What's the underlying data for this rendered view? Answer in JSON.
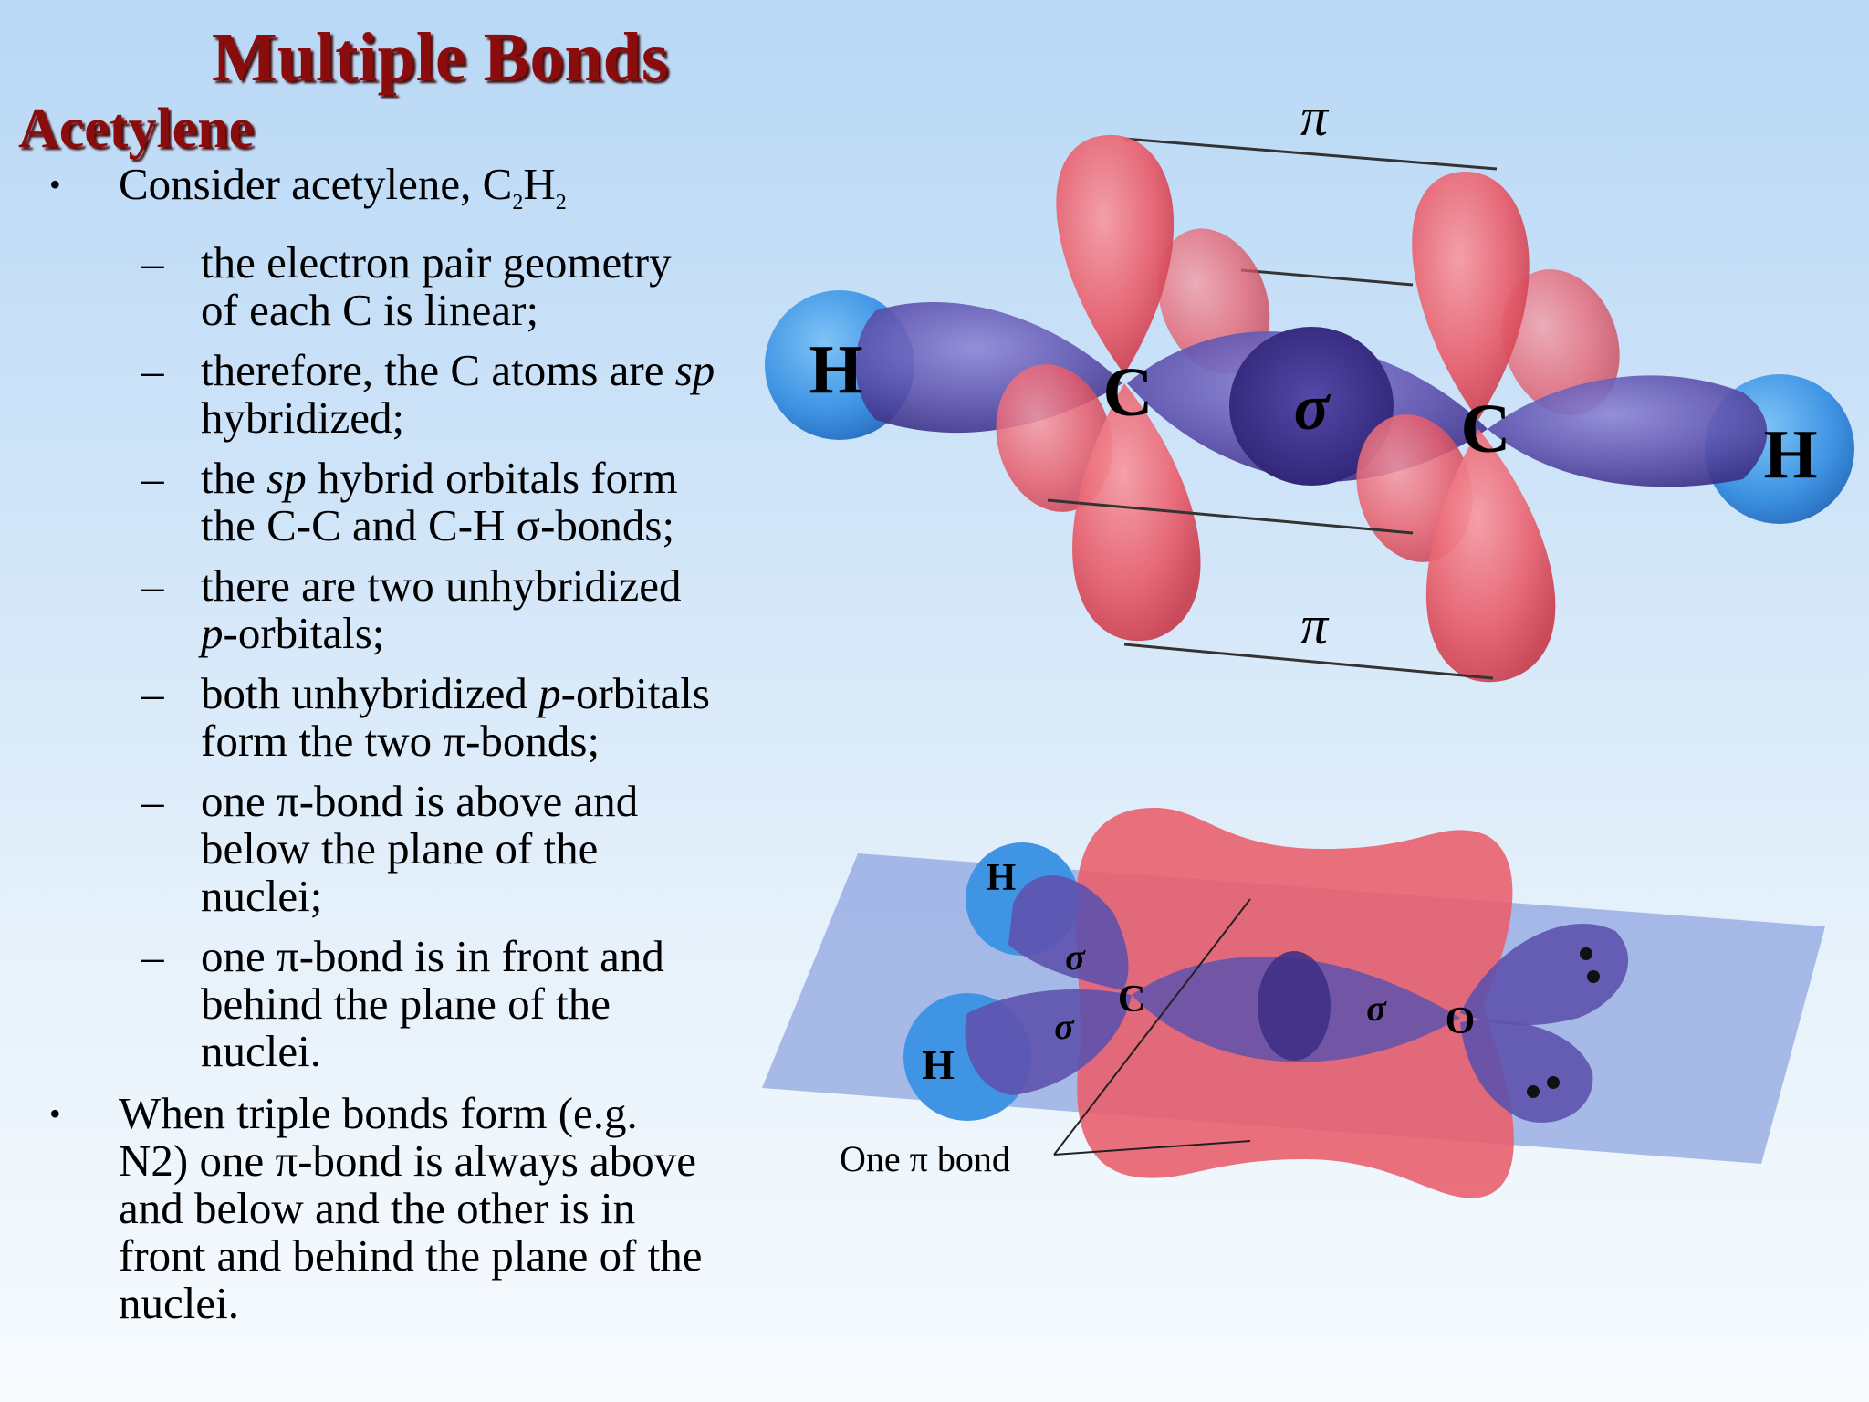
{
  "slide": {
    "title": "Multiple Bonds",
    "subtitle": "Acetylene"
  },
  "bullets": {
    "b1": {
      "mark": "•",
      "text": "Consider acetylene, C",
      "sub1": "2",
      "mid": "H",
      "sub2": "2"
    },
    "items": [
      {
        "dash": "–",
        "l1": "the electron pair geometry",
        "l2": "of each C is linear;"
      },
      {
        "dash": "–",
        "l1a": "therefore, the C atoms are ",
        "l1i": "sp",
        "l2": "hybridized;"
      },
      {
        "dash": "–",
        "l1a": "the ",
        "l1i": "sp",
        "l1b": " hybrid orbitals form",
        "l2": "the C-C and C-H σ-bonds;"
      },
      {
        "dash": "–",
        "l1": "there are two unhybridized",
        "l2i": "p",
        "l2b": "-orbitals;"
      },
      {
        "dash": "–",
        "l1a": "both unhybridized ",
        "l1i": "p",
        "l1b": "-orbitals",
        "l2": "form the two π-bonds;"
      },
      {
        "dash": "–",
        "l1": "one π-bond is above and",
        "l2": "below the plane of the",
        "l3": "nuclei;"
      },
      {
        "dash": "–",
        "l1": "one π-bond is in front and",
        "l2": "behind the plane of the",
        "l3": "nuclei."
      }
    ],
    "b2": {
      "mark": "•",
      "l1": "When triple bonds form (e.g.",
      "l2": "N2) one π-bond is always above",
      "l3": "and below and the other is in",
      "l4": "front and behind the plane of the",
      "l5": "nuclei."
    }
  },
  "acetylene_diagram": {
    "pi_top": "π",
    "pi_bottom": "π",
    "sigma": "σ",
    "atom_c1": "C",
    "atom_c2": "C",
    "atom_h1": "H",
    "atom_h2": "H"
  },
  "formaldehyde_diagram": {
    "atom_h_top": "H",
    "atom_h_bottom": "H",
    "atom_c": "C",
    "atom_o": "O",
    "sigma_1": "σ",
    "sigma_2": "σ",
    "sigma_3": "σ",
    "caption": "One π bond"
  },
  "colors": {
    "title": "#8b0c0c",
    "pi_lobe": "#e9606e",
    "sigma_lobe": "#5e52ad",
    "hydrogen": "#3f95e4",
    "plane": "#8fa6e0"
  }
}
